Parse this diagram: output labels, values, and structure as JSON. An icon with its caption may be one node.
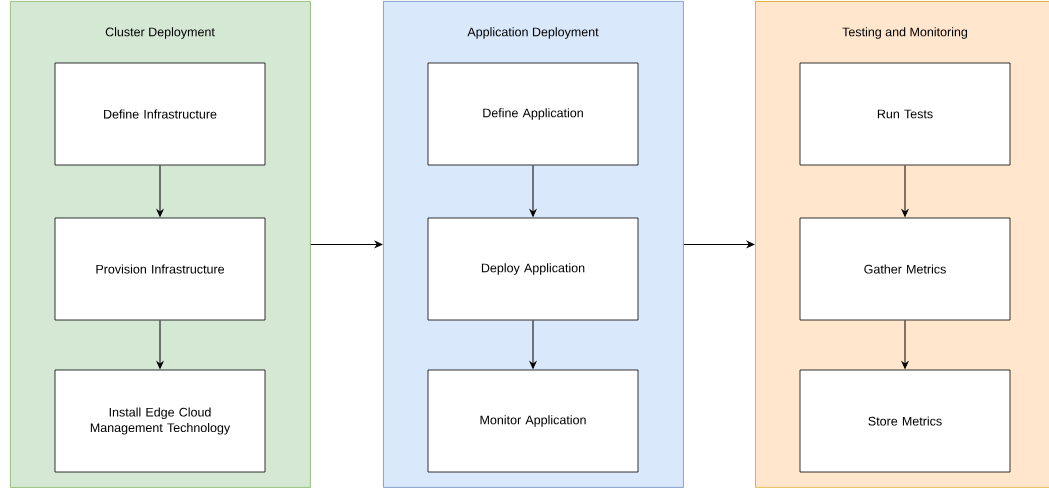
{
  "diagram": {
    "nodes": [
      {
        "text": [
          "Cluster Deployment"
        ]
      },
      {
        "text": [
          "Define Infrastructure"
        ],
        "in": 0
      },
      {
        "text": [
          "Provision Infrastructure"
        ],
        "in": 0
      },
      {
        "text": [
          "Install Edge Cloud Management Technology"
        ],
        "in": 0
      },
      {
        "text": [
          "Application Deployment"
        ]
      },
      {
        "text": [
          "Define Application"
        ],
        "in": 4
      },
      {
        "text": [
          "Deploy Application"
        ],
        "in": 4
      },
      {
        "text": [
          "Monitor Application"
        ],
        "in": 4
      },
      {
        "text": [
          "Testing and Monitoring"
        ]
      },
      {
        "text": [
          "Run Tests"
        ],
        "in": 8
      },
      {
        "text": [
          "Gather Metrics"
        ],
        "in": 8
      },
      {
        "text": [
          "Store Metrics"
        ],
        "in": 8
      }
    ],
    "edges": [
      {
        "from": 1,
        "to": 2,
        "arrow": "to"
      },
      {
        "from": 2,
        "to": 3,
        "arrow": "to"
      },
      {
        "from": 0,
        "to": 4,
        "arrow": "to"
      },
      {
        "from": 5,
        "to": 6,
        "arrow": "to"
      },
      {
        "from": 6,
        "to": 7,
        "arrow": "to"
      },
      {
        "from": 4,
        "to": 8,
        "arrow": "to"
      },
      {
        "from": 9,
        "to": 10,
        "arrow": "to"
      },
      {
        "from": 10,
        "to": 11,
        "arrow": "to"
      }
    ]
  }
}
